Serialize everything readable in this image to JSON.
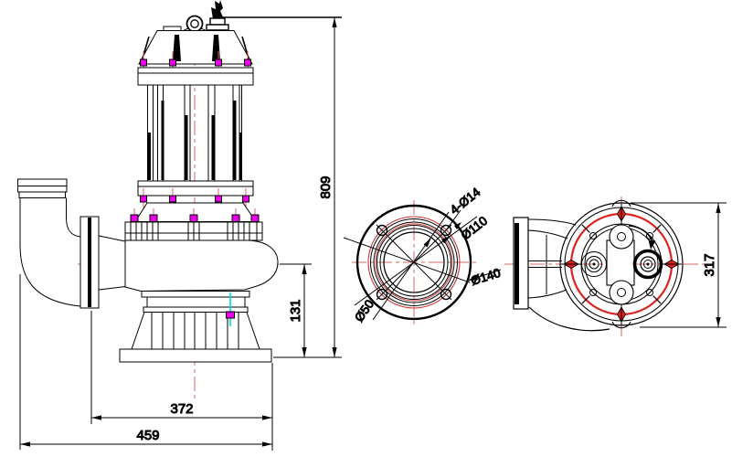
{
  "drawing": {
    "type": "technical-drawing",
    "subject": "submersible-sewage-pump",
    "colors": {
      "line": "#000000",
      "centerline": "#d06868",
      "accent_red": "#dd2222",
      "bolt_magenta": "#e800e8",
      "highlight_cyan": "#00dcdc"
    },
    "front_view": {
      "dim_height_overall": "809",
      "dim_height_discharge_axis": "131",
      "dim_width_body": "372",
      "dim_width_overall": "459"
    },
    "flange_view": {
      "label_bolt_holes": "4-Ø14",
      "label_bolt_circle": "Ø110",
      "label_outer_diameter": "Ø140",
      "label_bore": "Ø50"
    },
    "top_view": {
      "dim_width_overall": "317"
    }
  }
}
